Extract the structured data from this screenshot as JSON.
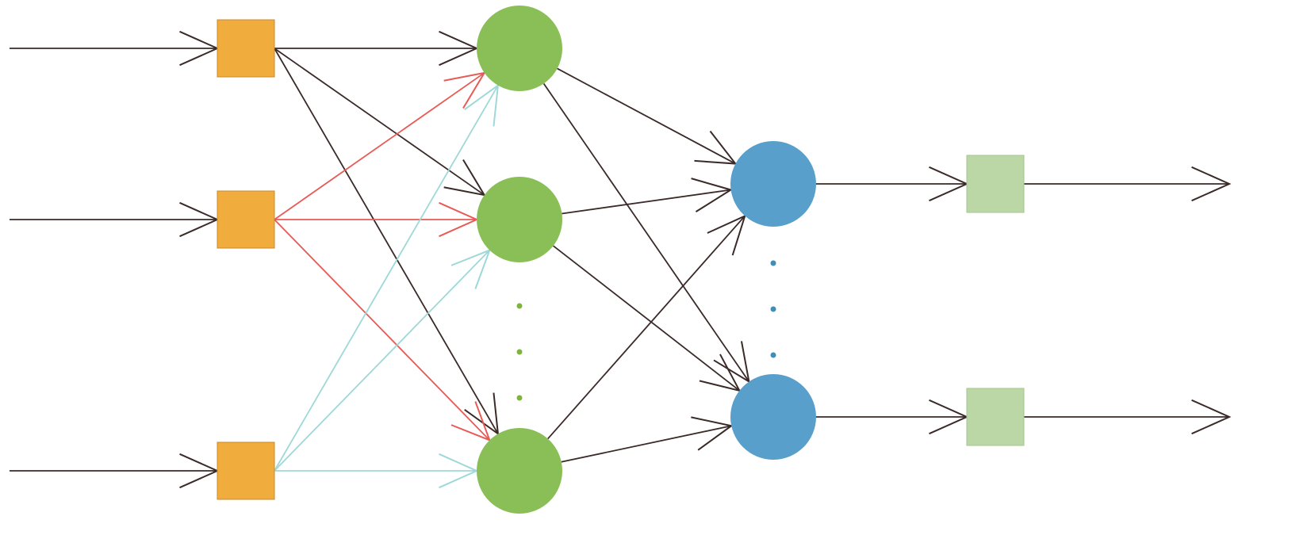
{
  "diagram": {
    "type": "feedforward-neural-network",
    "layers": [
      {
        "name": "input-layer",
        "shape": "square",
        "node_count": 3,
        "ellipsis": false,
        "fill": "#F0AC3C"
      },
      {
        "name": "hidden-layer-1",
        "shape": "circle",
        "node_count": 3,
        "ellipsis": true,
        "ellipsis_color": "#7FB43C",
        "fill": "#8ABE57"
      },
      {
        "name": "hidden-layer-2",
        "shape": "circle",
        "node_count": 2,
        "ellipsis": true,
        "ellipsis_color": "#3E8FB8",
        "fill": "#599FCB"
      },
      {
        "name": "output-layer",
        "shape": "square",
        "node_count": 2,
        "ellipsis": false,
        "fill": "#BBD7A5"
      }
    ],
    "edge_colors": {
      "from_input_1": "#3A2A28",
      "from_input_2": "#E85A55",
      "from_input_3": "#9FD8D8",
      "other": "#3A2A28"
    },
    "connections": {
      "input_lines": 3,
      "input_to_hidden1": "fully-connected",
      "hidden1_to_hidden2": "fully-connected",
      "hidden2_to_output": "one-to-one",
      "output_lines": 2
    }
  }
}
